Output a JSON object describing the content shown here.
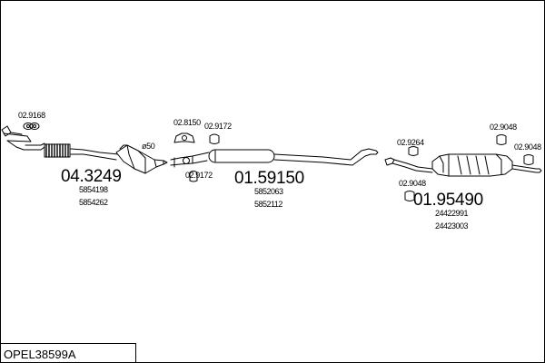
{
  "title": "OPEL38599A",
  "labels": {
    "p1_code": "04.3249",
    "p1_ref1": "5854198",
    "p1_ref2": "5854262",
    "p2_code": "01.59150",
    "p2_ref1": "5852063",
    "p2_ref2": "5852112",
    "p3_code": "01.95490",
    "p3_ref1": "24422991",
    "p3_ref2": "24423003",
    "gasket_front": "02.9168",
    "bracket_8150": "02.8150",
    "clamp_9172_top": "02.9172",
    "clamp_9172_bottom": "02.9172",
    "diameter": "ø50",
    "ring_9264": "02.9264",
    "hanger_9048_left": "02.9048",
    "hanger_9048_top": "02.9048",
    "hanger_9048_right": "02.9048"
  }
}
